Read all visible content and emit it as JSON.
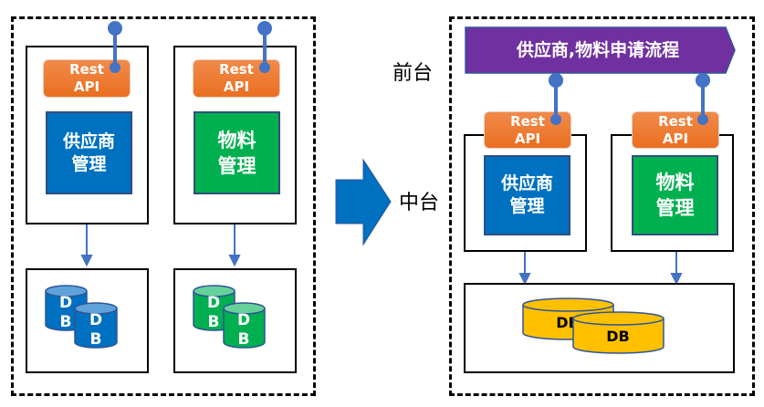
{
  "before": {
    "services": [
      {
        "api": [
          "Rest",
          "API"
        ],
        "name": [
          "供应商",
          "管理"
        ],
        "color": "#0070c0"
      },
      {
        "api": [
          "Rest",
          "API"
        ],
        "name": [
          "物料",
          "管理"
        ],
        "color": "#00b050"
      }
    ],
    "db_label": [
      "D",
      "B"
    ]
  },
  "after": {
    "front_label": "前台",
    "middle_label": "中台",
    "banner": "供应商,物料申请流程",
    "banner_color": "#7030a0",
    "services": [
      {
        "api": [
          "Rest",
          "API"
        ],
        "name": [
          "供应商",
          "管理"
        ],
        "color": "#0070c0"
      },
      {
        "api": [
          "Rest",
          "API"
        ],
        "name": [
          "物料",
          "管理"
        ],
        "color": "#00b050"
      }
    ],
    "db_label": "DB",
    "db_color": "#ffc000"
  },
  "colors": {
    "connector": "#4472c4",
    "api": "#ed7d31",
    "arrow": "#0070c0"
  }
}
